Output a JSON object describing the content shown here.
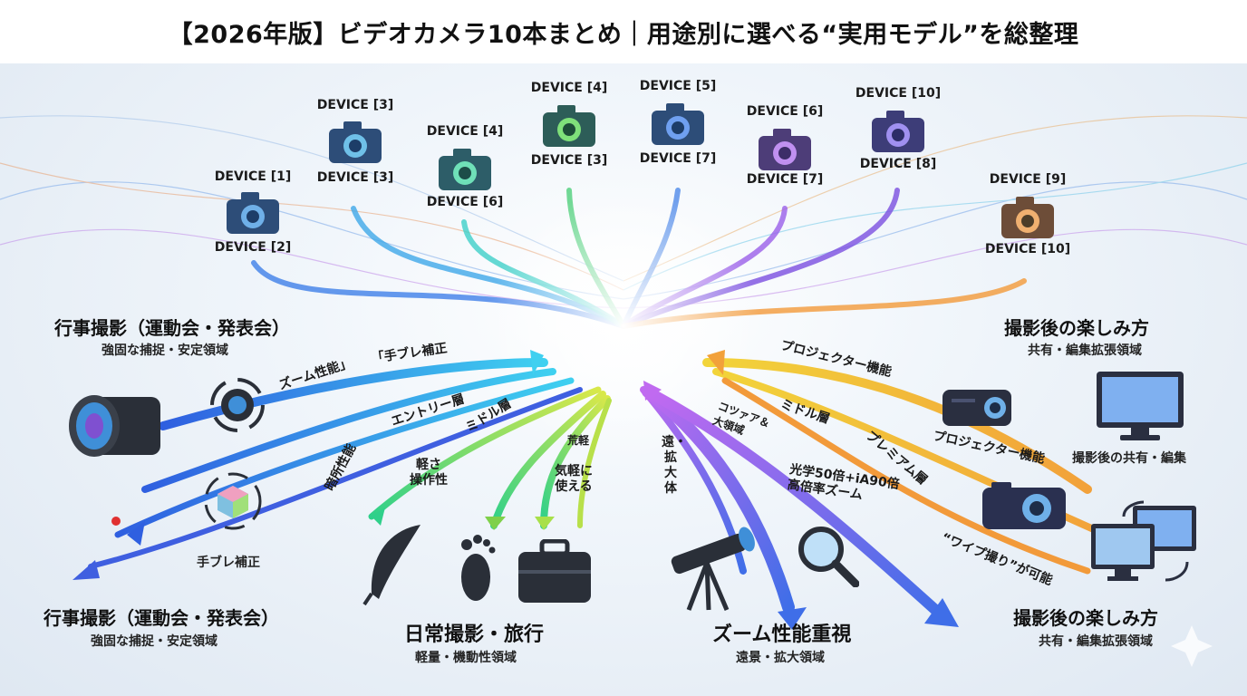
{
  "title": "【2026年版】ビデオカメラ10本まとめ｜用途別に選べる“実用モデル”を総整理",
  "devices": {
    "d1_top": "DEVICE [1]",
    "d1_bot": "DEVICE [2]",
    "d2_top": "DEVICE [3]",
    "d2_bot": "DEVICE [3]",
    "d3_top": "DEVICE [4]",
    "d3_bot": "DEVICE [6]",
    "d4_top": "DEVICE [4]",
    "d4_bot": "DEVICE [3]",
    "d5_top": "DEVICE [5]",
    "d5_bot": "DEVICE [7]",
    "d6_top": "DEVICE [6]",
    "d6_bot": "DEVICE [7]",
    "d7_top": "DEVICE [10]",
    "d7_bot": "DEVICE [8]",
    "d8_top": "DEVICE [9]",
    "d8_bot": "DEVICE [10]"
  },
  "events": {
    "title_top": "行事撮影（運動会・発表会）",
    "sub_top": "強固な捕捉・安定領域",
    "title_bottom": "行事撮影（運動会・発表会）",
    "sub_bottom": "強固な捕捉・安定領域",
    "zoom_label": "ズーム性能」",
    "stab_label": "「手ブレ補正",
    "entry_label": "エントリー層",
    "dark_label": "暗所性能",
    "stab_icon_label": "手ブレ補正"
  },
  "daily": {
    "title": "日常撮影・旅行",
    "sub": "軽量・機動性領域",
    "middle_label": "ミドル層",
    "light_label": "軽さ\n操作性",
    "casual_label": "気軽に\n使える",
    "casual_small": "荒軽"
  },
  "zoom": {
    "title": "ズーム性能重視",
    "sub": "遠景・拡大領域",
    "far_label": "遠・拡大体",
    "core_label": "コツァア＆\n大領域",
    "middle_label": "ミドル層",
    "optical_label": "光学50倍+iA90倍\n高倍率ズーム"
  },
  "after": {
    "title_top": "撮影後の楽しみ方",
    "sub_top": "共有・編集拡張領域",
    "title_bottom": "撮影後の楽しみ方",
    "sub_bottom": "共有・編集拡張領域",
    "projector_label": "プロジェクター機能",
    "projector_label2": "プロジェクター機能",
    "premium_label": "プレミアム層",
    "share_label": "撮影後の共有・編集",
    "wipe_label": "“ワイプ撮り”が可能"
  },
  "colors": {
    "blue": "#2f7fe0",
    "cyan": "#27c3e8",
    "green": "#7fd14a",
    "purple": "#8a4fe6",
    "violet": "#6a4bd8",
    "orange": "#f2922b",
    "yellow": "#f0c030"
  }
}
